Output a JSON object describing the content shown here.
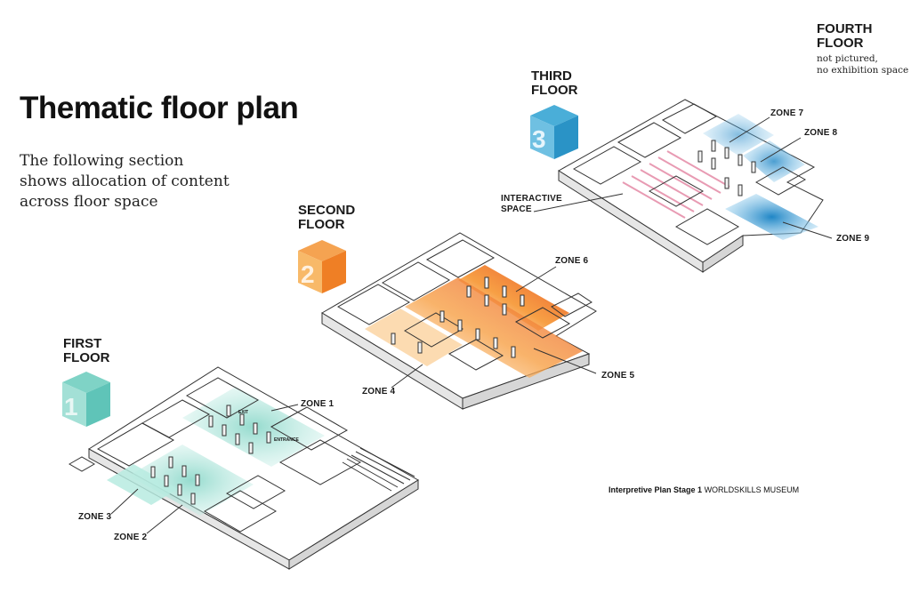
{
  "header": {
    "title": "Thematic floor plan",
    "subtitle": "The following section shows allocation of content across floor space"
  },
  "floors": {
    "first": {
      "label_line1": "FIRST",
      "label_line2": "FLOOR",
      "number": "1",
      "color": "#5fc4b8"
    },
    "second": {
      "label_line1": "SECOND",
      "label_line2": "FLOOR",
      "number": "2",
      "color": "#f08a2c"
    },
    "third": {
      "label_line1": "THIRD",
      "label_line2": "FLOOR",
      "number": "3",
      "color": "#2a9fd0"
    },
    "fourth": {
      "label_line1": "FOURTH",
      "label_line2": "FLOOR",
      "note_line1": "not pictured,",
      "note_line2": "no exhibition space"
    }
  },
  "zones": {
    "zone1": "ZONE 1",
    "zone2": "ZONE 2",
    "zone3": "ZONE 3",
    "zone4": "ZONE 4",
    "zone5": "ZONE 5",
    "zone6": "ZONE 6",
    "zone7": "ZONE 7",
    "zone8": "ZONE 8",
    "zone9": "ZONE 9",
    "interactive_line1": "INTERACTIVE",
    "interactive_line2": "SPACE"
  },
  "plan_markers": {
    "exit": "EXIT",
    "entrance": "ENTRANCE"
  },
  "credit": {
    "bold": "Interpretive Plan Stage 1",
    "normal": "WORLDSKILLS MUSEUM"
  },
  "colors": {
    "teal": "#a8e3d8",
    "orange_light": "#fbd3a0",
    "orange": "#f7a045",
    "red_orange": "#e8552a",
    "blue_light": "#bfe3f7",
    "blue": "#2a93d0",
    "pink": "#f2b6c8"
  }
}
